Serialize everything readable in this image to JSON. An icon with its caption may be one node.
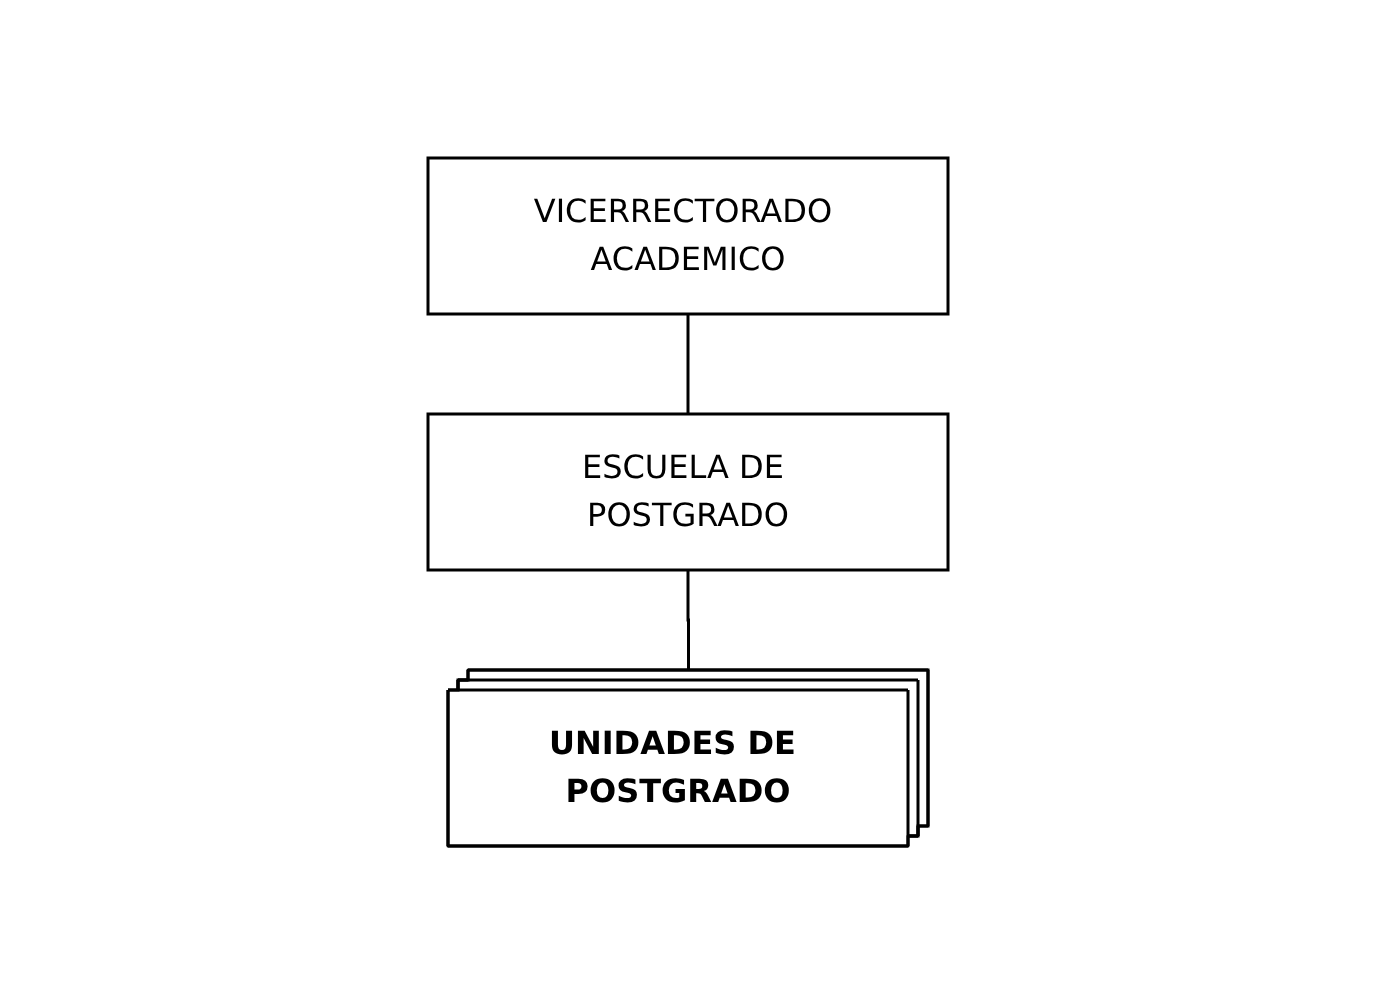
{
  "diagram": {
    "nodes": [
      {
        "text": [
          "VICERRECTORADO ACADEMICO"
        ]
      },
      {
        "text": [
          "ESCUELA DE POSTGRADO"
        ]
      },
      {
        "text": [
          "UNIDADES DE POSTGRADO"
        ]
      }
    ],
    "edges": [
      {
        "from": 0,
        "to": 1,
        "arrow": "none"
      },
      {
        "from": 1,
        "to": 2,
        "arrow": "none"
      }
    ]
  }
}
